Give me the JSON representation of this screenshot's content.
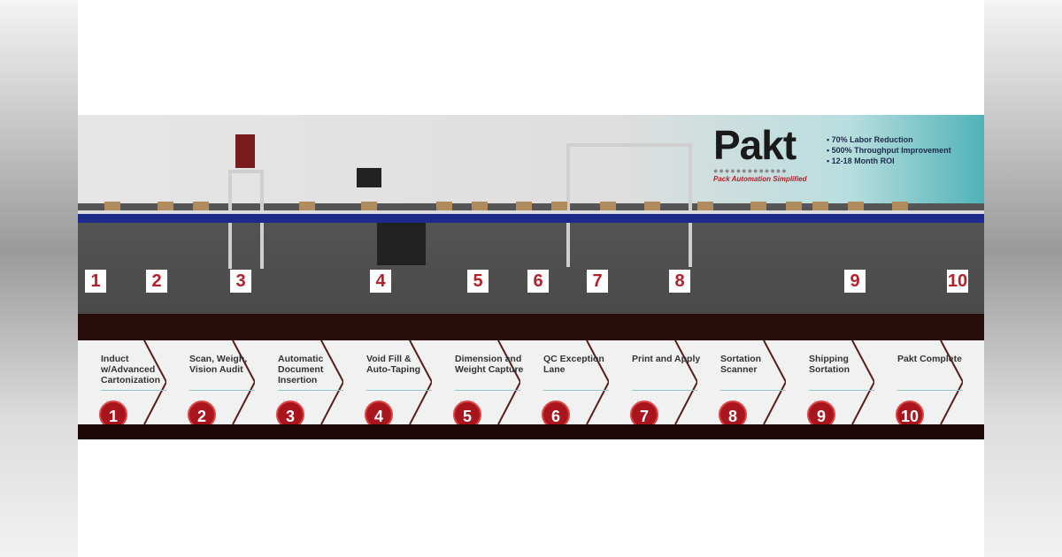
{
  "brand": {
    "name": "Pakt",
    "tagline": "Pack Automation Simplified"
  },
  "benefits": [
    "• 70% Labor Reduction",
    "• 500% Throughput Improvement",
    "• 12-18 Month ROI"
  ],
  "colors": {
    "accent": "#a8151c",
    "conveyor": "#1e2a8a",
    "band": "#2a0d0d"
  },
  "station_numbers": [
    "1",
    "2",
    "3",
    "4",
    "5",
    "6",
    "7",
    "8",
    "9",
    "10"
  ],
  "steps": [
    {
      "num": "1",
      "label": "Induct w/Advanced Cartonization"
    },
    {
      "num": "2",
      "label": "Scan, Weigh, Vision Audit"
    },
    {
      "num": "3",
      "label": "Automatic Document Insertion"
    },
    {
      "num": "4",
      "label": "Void Fill & Auto-Taping"
    },
    {
      "num": "5",
      "label": "Dimension and Weight Capture"
    },
    {
      "num": "6",
      "label": "QC Exception Lane"
    },
    {
      "num": "7",
      "label": "Print and Apply"
    },
    {
      "num": "8",
      "label": "Sortation Scanner"
    },
    {
      "num": "9",
      "label": "Shipping Sortation"
    },
    {
      "num": "10",
      "label": "Pakt Complete"
    }
  ]
}
